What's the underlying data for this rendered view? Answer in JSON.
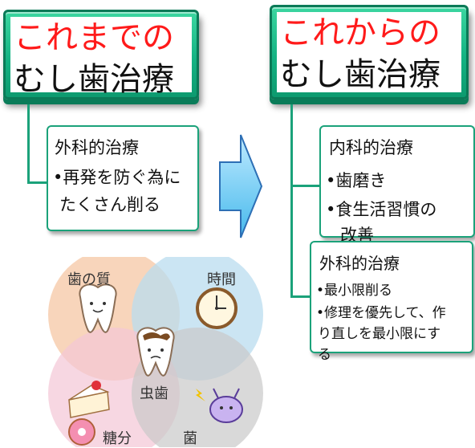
{
  "left": {
    "title_line1": "これまでの",
    "title_line2": "むし歯治療",
    "card_heading": "外科的治療",
    "card_lines": [
      "•再発を防ぐ為に",
      "たくさん削る"
    ]
  },
  "right": {
    "title_line1": "これからの",
    "title_line2": "むし歯治療",
    "card1_heading": "内科的治療",
    "card1_lines": [
      "•歯磨き",
      "•食生活習慣の",
      "改善"
    ],
    "card2_heading": "外科的治療",
    "card2_lines": [
      "•最小限削る",
      "•修理を優先して、作",
      "り直しを最小限にす",
      "る"
    ]
  },
  "venn": {
    "labels": [
      "歯の質",
      "時間",
      "糖分",
      "菌"
    ],
    "center_label": "虫歯",
    "colors": [
      "#f6c7a4",
      "#b9dcef",
      "#f3c6d6",
      "#c9c9c9"
    ]
  },
  "colors": {
    "accent_green": "#14b383",
    "title_red": "#ff1a1a",
    "arrow_blue": "#7fd3f5"
  }
}
